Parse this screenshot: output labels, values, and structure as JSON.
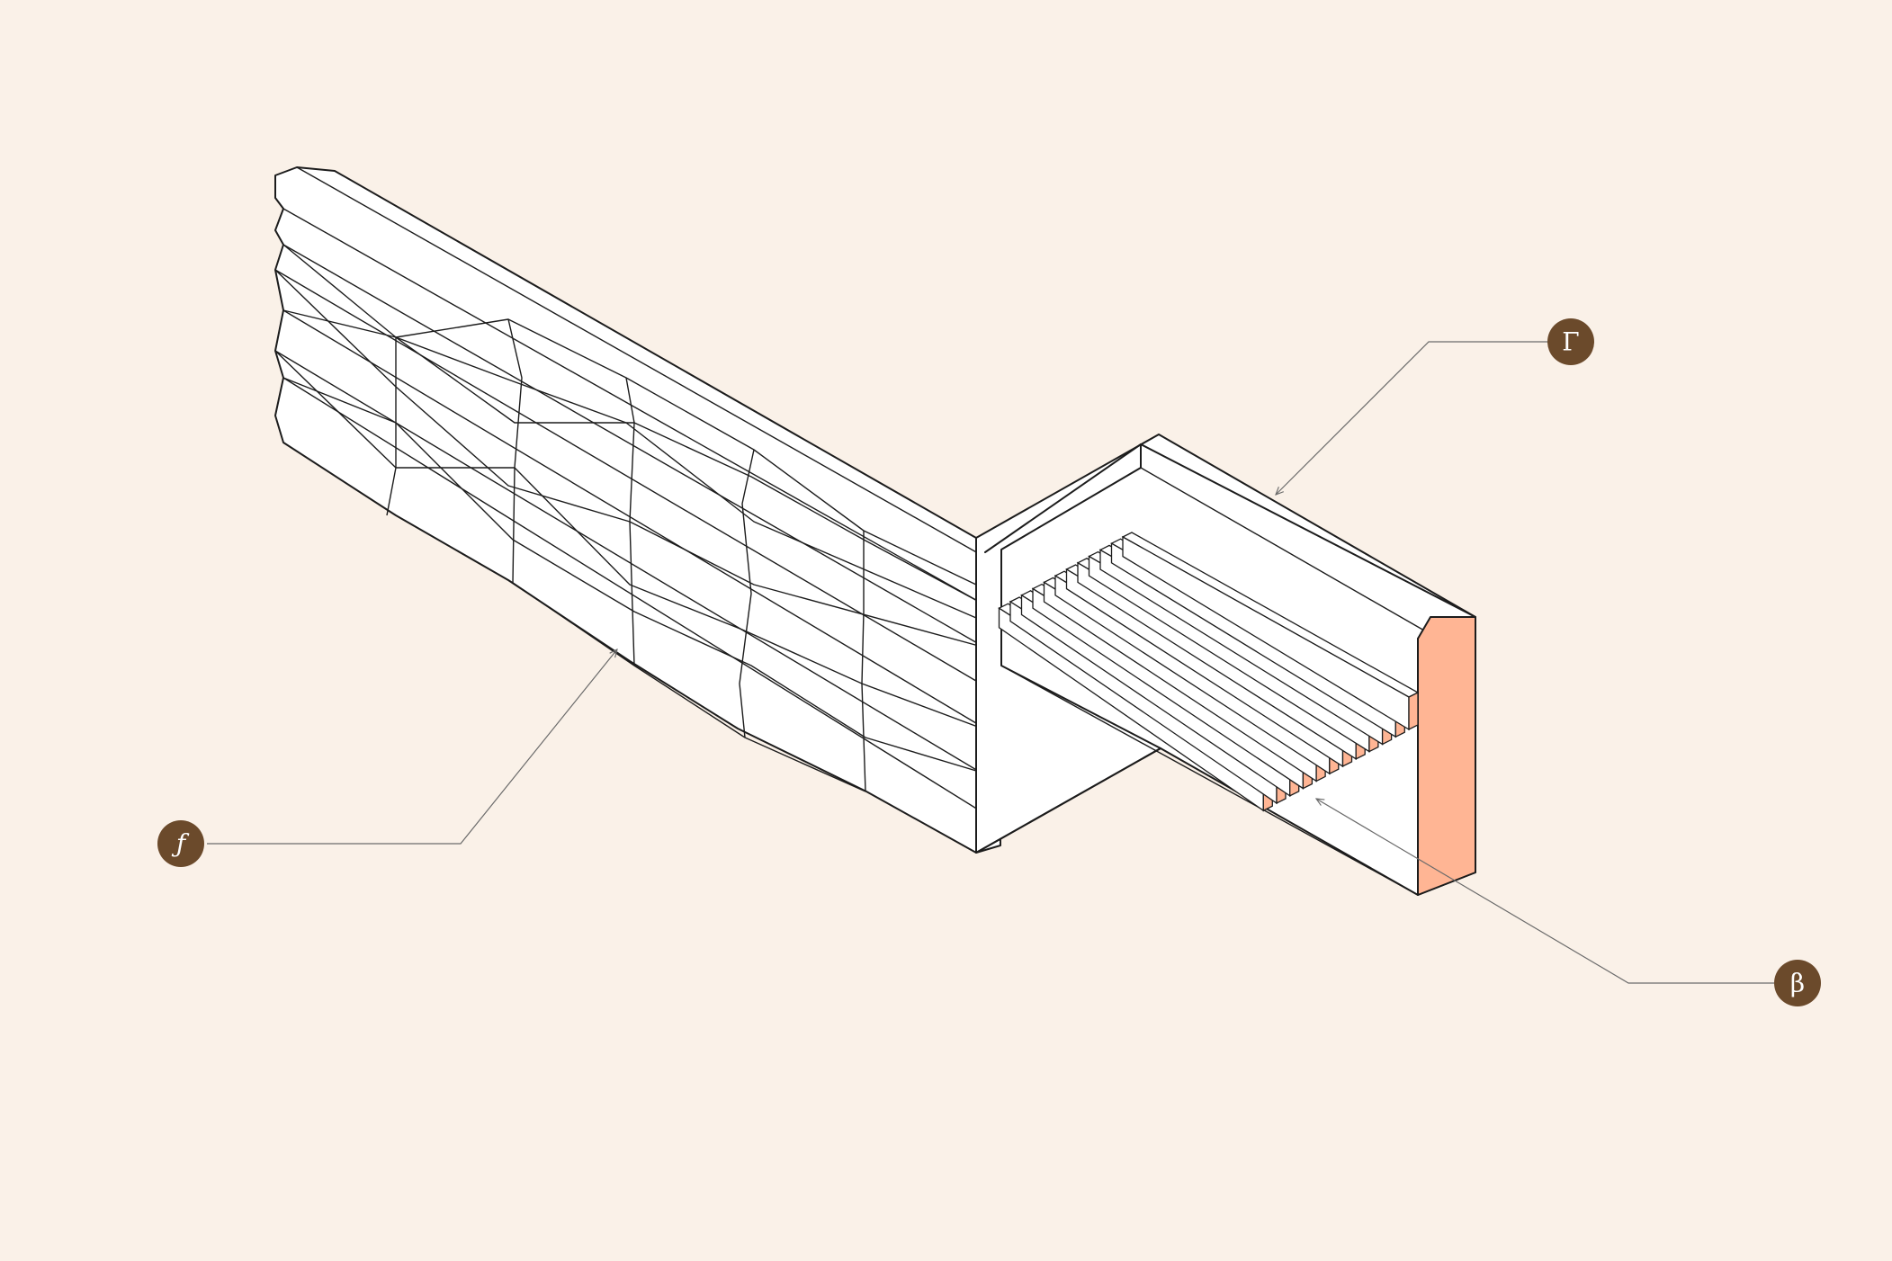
{
  "colors": {
    "background": "#faf1e8",
    "badge": "#6b4a2b",
    "badge_text": "#ffffff",
    "accent": "#ffb594",
    "line": "#1c1c1c"
  },
  "labels": {
    "gamma": "Γ",
    "f": "ƒ",
    "beta": "β"
  }
}
